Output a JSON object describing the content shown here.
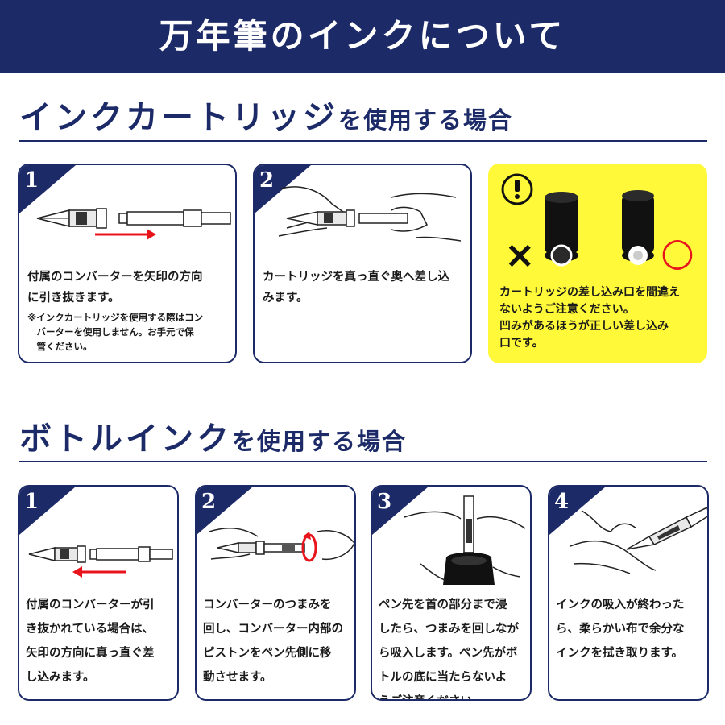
{
  "banner": {
    "title": "万年筆のインクについて"
  },
  "cartridge_section": {
    "title_main": "インクカートリッジ",
    "title_suffix": "を使用する場合",
    "steps": [
      {
        "num": "1",
        "text": "付属のコンバーターを矢印の方向\nに引き抜きます。",
        "note": "※インクカートリッジを使用する際はコン\n　バーターを使用しません。お手元で保\n　管ください。"
      },
      {
        "num": "2",
        "text": "カートリッジを真っ直ぐ奥へ差し込\nみます。"
      }
    ],
    "caution": {
      "icon": "exclamation-icon",
      "text": "カートリッジの差し込み口を間違え\nないようご注意ください。\n凹みがあるほうが正しい差し込み\n口です。",
      "wrong_mark": "×",
      "correct_mark": "○",
      "colors": {
        "background": "#fff93a",
        "correct": "#e8141c"
      }
    }
  },
  "bottle_section": {
    "title_main": "ボトルインク",
    "title_suffix": "を使用する場合",
    "steps": [
      {
        "num": "1",
        "text": "付属のコンバーターが引\nき抜かれている場合は、\n矢印の方向に真っ直ぐ差\nし込みます。"
      },
      {
        "num": "2",
        "text": "コンバーターのつまみを\n回し、コンバーター内部の\nピストンをペン先側に移\n動させます。"
      },
      {
        "num": "3",
        "text": "ペン先を首の部分まで浸\nしたら、つまみを回しなが\nら吸入します。ペン先がボ\nトルの底に当たらないよ\nうご注意ください。"
      },
      {
        "num": "4",
        "text": "インクの吸入が終わった\nら、柔らかい布で余分な\nインクを拭き取ります。"
      }
    ]
  },
  "colors": {
    "navy": "#1c2a68",
    "arrow_red": "#e8141c"
  }
}
